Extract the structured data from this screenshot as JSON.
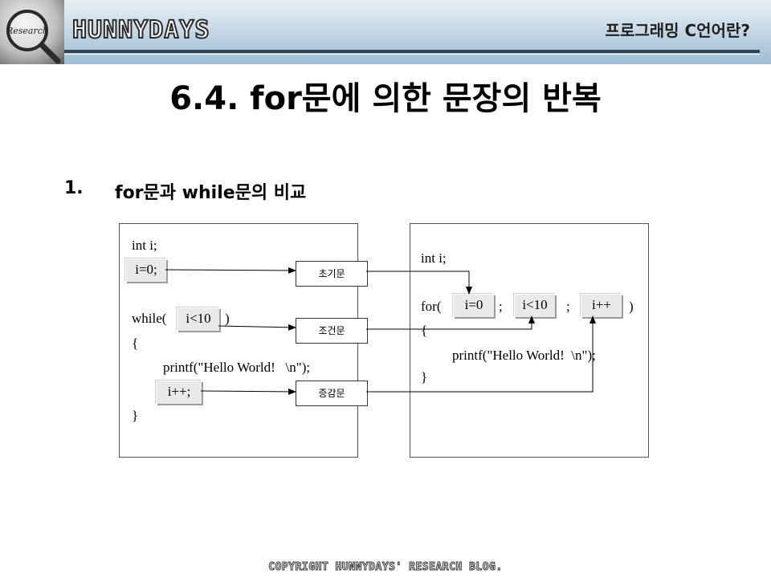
{
  "header": {
    "logo_text": "Research",
    "brand": "HUNNYDAYS",
    "subject": "프로그래밍 C언어란?"
  },
  "slide": {
    "title": "6.4.   for문에 의한 문장의 반복",
    "section_number": "1.",
    "section_title": "for문과 while문의 비교"
  },
  "left_panel": {
    "line1": "int i;",
    "init_chip": "i=0;",
    "while_open": "while(",
    "cond_chip": "i<10",
    "while_close": ")",
    "brace_open": "{",
    "printf": "printf(\"Hello World!   \\n\");",
    "incr_chip": "i++;",
    "brace_close": "}"
  },
  "labels": {
    "init": "초기문",
    "cond": "조건문",
    "incr": "증감문"
  },
  "right_panel": {
    "line1": "int i;",
    "for_open": "for(",
    "init_chip": "i=0",
    "semi1": ";",
    "cond_chip": "i<10",
    "semi2": ";",
    "incr_chip": "i++",
    "for_close": ")",
    "brace_open": "{",
    "printf": "printf(\"Hello World!  \\n\");",
    "brace_close": "}"
  },
  "footer": {
    "copyright": "COPYRIGHT HUNNYDAYS' RESEARCH BLOG."
  }
}
